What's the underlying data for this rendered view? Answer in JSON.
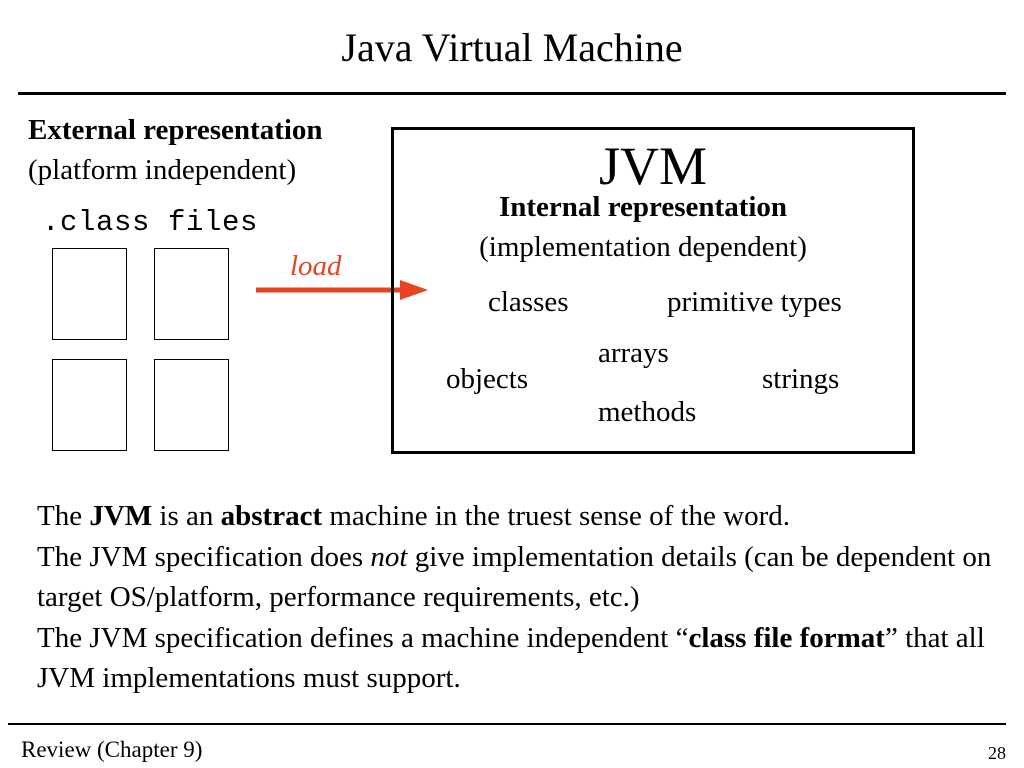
{
  "slide": {
    "title": "Java Virtual Machine",
    "external": {
      "heading": "External representation",
      "subheading": "(platform independent)",
      "files_label": ".class files"
    },
    "load_label": "load",
    "accent_color": "#e8431f",
    "jvm": {
      "title": "JVM",
      "heading": "Internal representation",
      "subheading": "(implementation dependent)",
      "items": {
        "classes": "classes",
        "primitive_types": "primitive types",
        "arrays": "arrays",
        "objects": "objects",
        "strings": "strings",
        "methods": "methods"
      }
    },
    "body": {
      "line1": {
        "the": "The ",
        "jvm": "JVM",
        "is_an": " is an ",
        "abstract": "abstract",
        "rest": " machine in the truest sense of the word."
      },
      "line2": {
        "start": "The JVM specification does ",
        "not": "not",
        "rest": " give implementation details (can be dependent on target OS/platform, performance requirements, etc.)"
      },
      "line3": {
        "start": "The JVM specification defines a machine independent “",
        "class_file_format": "class file format",
        "rest": "” that all JVM implementations must support."
      }
    },
    "footer": {
      "left": "Review (Chapter 9)",
      "page_number": "28"
    }
  }
}
